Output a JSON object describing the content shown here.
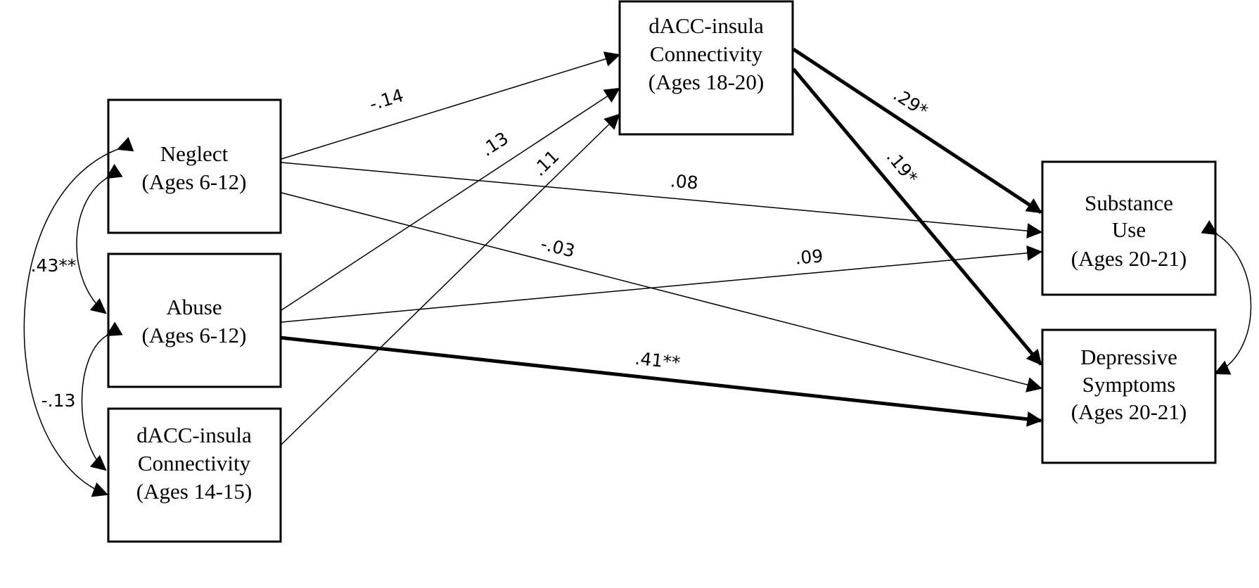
{
  "nodes": {
    "neglect": {
      "lines": [
        "Neglect",
        "(Ages 6-12)"
      ]
    },
    "abuse": {
      "lines": [
        "Abuse",
        "(Ages 6-12)"
      ]
    },
    "dacc_early": {
      "lines": [
        "dACC-insula",
        "Connectivity",
        "(Ages 14-15)"
      ]
    },
    "dacc_late": {
      "lines": [
        "dACC-insula",
        "Connectivity",
        "(Ages 18-20)"
      ]
    },
    "substance": {
      "lines": [
        "Substance",
        "Use",
        "(Ages 20-21)"
      ]
    },
    "depressive": {
      "lines": [
        "Depressive",
        "Symptoms",
        "(Ages 20-21)"
      ]
    }
  },
  "paths": {
    "neglect_to_dacc_late": "-.14",
    "abuse_to_dacc_late": ".13",
    "dacc_early_to_dacc_late": ".11",
    "neglect_to_substance": ".08",
    "neglect_to_depressive": "-.03",
    "abuse_to_substance": ".09",
    "abuse_to_depressive": ".41**",
    "dacc_late_to_substance": ".29*",
    "dacc_late_to_depressive": ".19*"
  },
  "covariances": {
    "neglect_abuse": ".43**",
    "abuse_dacc_early": "-.13"
  }
}
